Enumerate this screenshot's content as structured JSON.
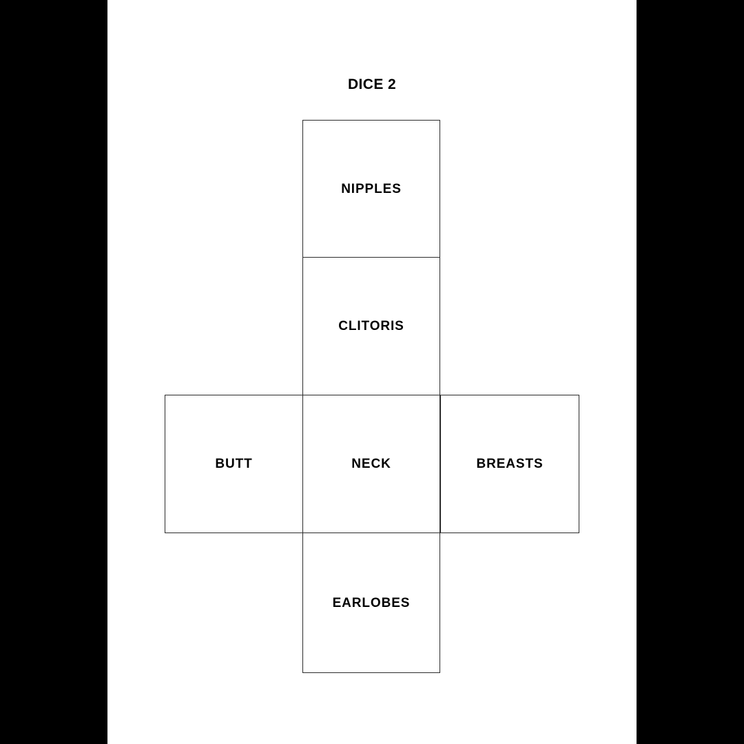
{
  "page": {
    "title": "DICE 2",
    "background_color": "#000000",
    "canvas_color": "#ffffff",
    "line_color": "#2b2b2b",
    "text_color": "#000000"
  },
  "net": {
    "shape": "cube-net-cross",
    "faces": [
      {
        "position": "top",
        "label": "NIPPLES"
      },
      {
        "position": "upper-middle",
        "label": "CLITORIS"
      },
      {
        "position": "center",
        "label": "NECK"
      },
      {
        "position": "left",
        "label": "BUTT"
      },
      {
        "position": "right",
        "label": "BREASTS"
      },
      {
        "position": "bottom",
        "label": "EARLOBES"
      }
    ]
  }
}
